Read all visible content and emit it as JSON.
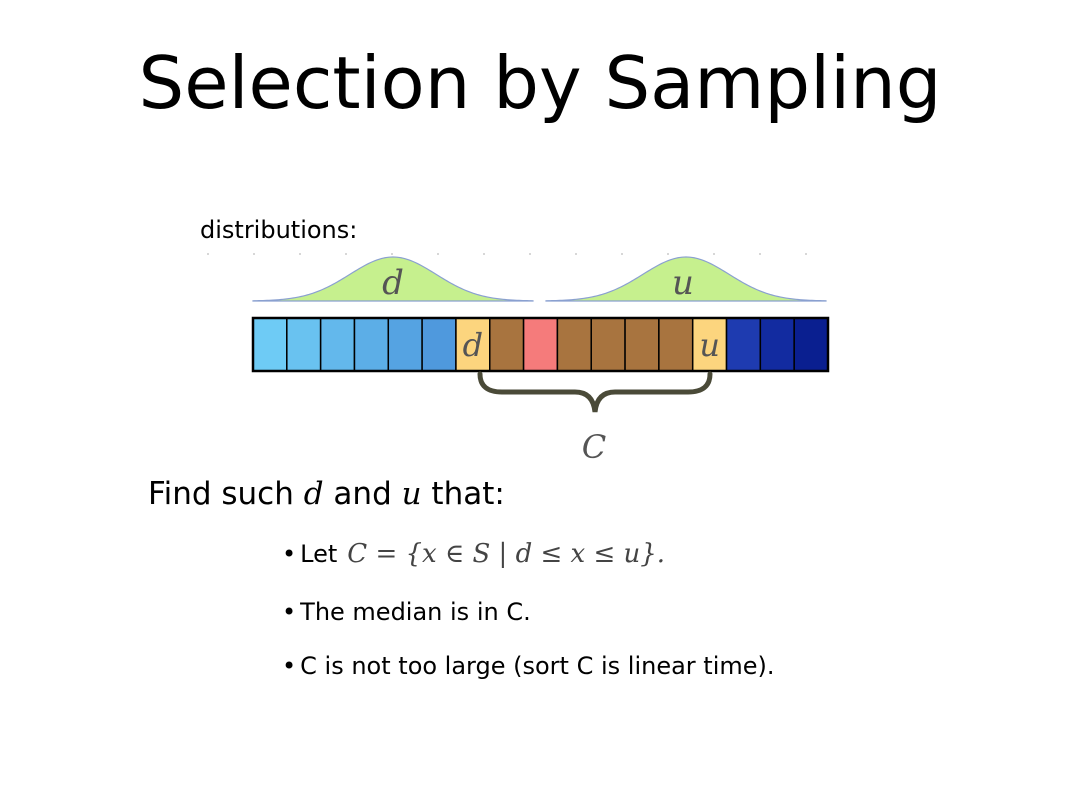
{
  "slide": {
    "title": "Selection by Sampling",
    "distributions_label": "distributions:"
  },
  "diagram": {
    "curves": [
      {
        "label": "d",
        "color": "#c6f08e"
      },
      {
        "label": "u",
        "color": "#c6f08e"
      }
    ],
    "cells": [
      {
        "color": "#6ecbf5",
        "label": ""
      },
      {
        "color": "#69c2f0",
        "label": ""
      },
      {
        "color": "#63b8ec",
        "label": ""
      },
      {
        "color": "#5caee7",
        "label": ""
      },
      {
        "color": "#55a3e2",
        "label": ""
      },
      {
        "color": "#4f99dd",
        "label": ""
      },
      {
        "color": "#fcd57e",
        "label": "d"
      },
      {
        "color": "#a8743f",
        "label": ""
      },
      {
        "color": "#f57b7b",
        "label": ""
      },
      {
        "color": "#a8743f",
        "label": ""
      },
      {
        "color": "#a8743f",
        "label": ""
      },
      {
        "color": "#a8743f",
        "label": ""
      },
      {
        "color": "#a8743f",
        "label": ""
      },
      {
        "color": "#fcd57e",
        "label": "u"
      },
      {
        "color": "#1e3bb0",
        "label": ""
      },
      {
        "color": "#122ba0",
        "label": ""
      },
      {
        "color": "#0a1f90",
        "label": ""
      }
    ],
    "brace_label": "C",
    "brace_color": "#4a4a38"
  },
  "text": {
    "find_prefix": "Find such ",
    "find_d": "d",
    "find_and": " and ",
    "find_u": "u",
    "find_suffix": " that:",
    "bullet_dot": "•",
    "bullet1_prefix": "Let",
    "bullet1_formula_C": "C",
    "bullet1_formula_mid": " = {x ∈ S | d ≤ x ≤ u}.",
    "bullet2": "The median is in C.",
    "bullet3": "C is not too large (sort C is linear time)."
  }
}
